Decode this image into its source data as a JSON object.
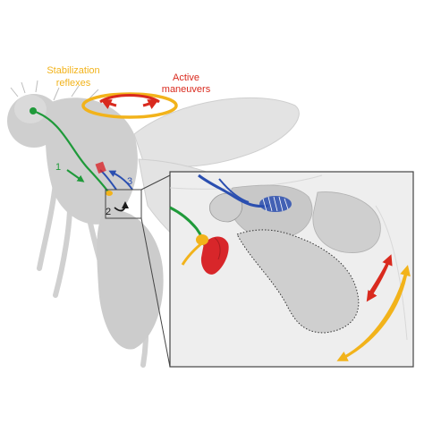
{
  "labels": {
    "stabilization_line1": "Stabilization",
    "stabilization_line2": "reflexes",
    "active_line1": "Active",
    "active_line2": "maneuvers"
  },
  "pathway_numbers": {
    "one": "1",
    "two": "2",
    "three": "3"
  },
  "colors": {
    "stabilization": "#f2b31b",
    "active": "#d92a1e",
    "pathway_1": "#1f9a3a",
    "pathway_2": "#1a1a1a",
    "pathway_3": "#2b4fb0",
    "muscle": "#d8262a",
    "fly_body": "#cfcfcf",
    "wing": "#e3e3e3",
    "inset_bg": "#eeeeee"
  }
}
